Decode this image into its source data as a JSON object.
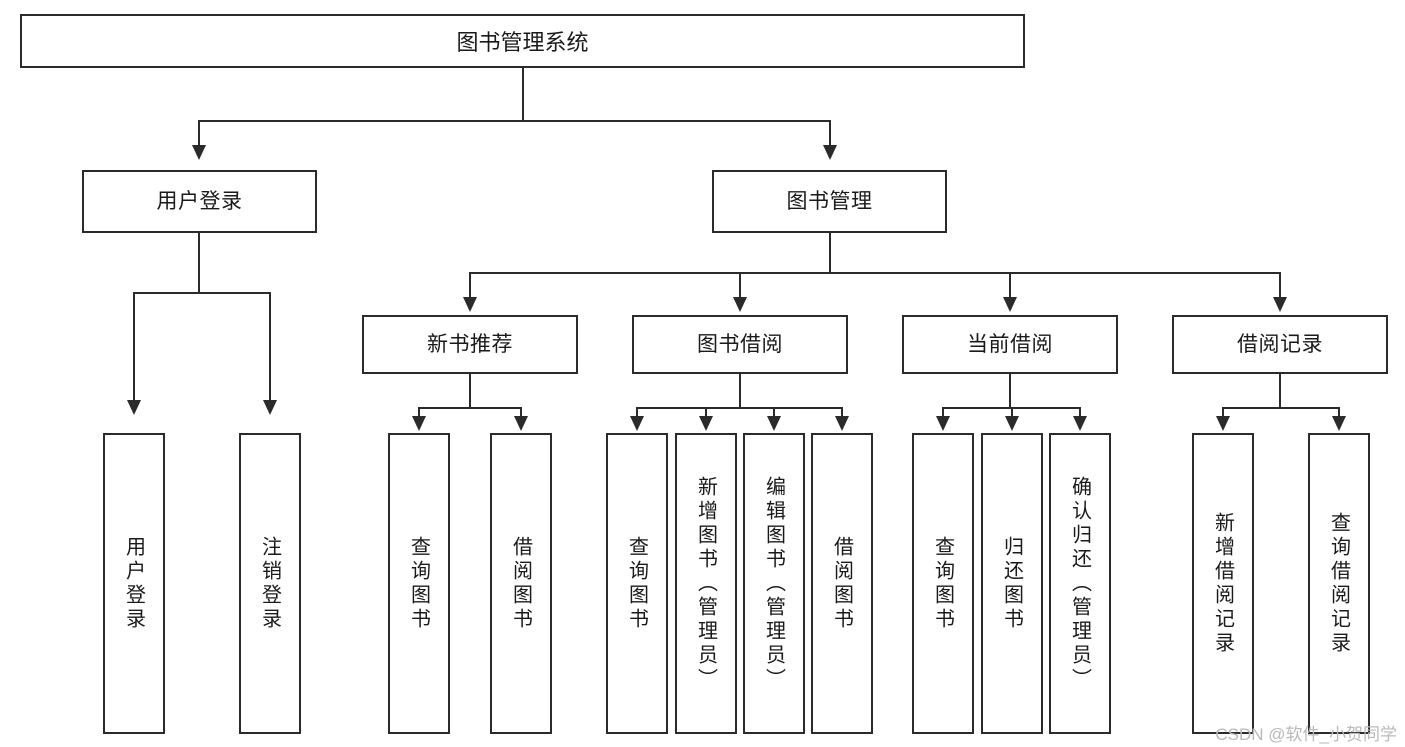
{
  "diagram": {
    "type": "tree",
    "title": "图书管理系统",
    "orientation": "top-down",
    "colors": {
      "line": "#2b2b2b",
      "box_border": "#2b2b2b",
      "box_fill": "#ffffff",
      "text": "#1a1a1a",
      "watermark": "#b9b9b9",
      "background": "#ffffff"
    }
  },
  "watermark": {
    "text": "CSDN @软件_小贺同学"
  },
  "nodes": {
    "root": {
      "label": "图书管理系统"
    },
    "level2": [
      {
        "id": "user-login",
        "label": "用户登录"
      },
      {
        "id": "book-management",
        "label": "图书管理"
      }
    ],
    "level3": [
      {
        "id": "new-book-recommend",
        "label": "新书推荐"
      },
      {
        "id": "book-borrow",
        "label": "图书借阅"
      },
      {
        "id": "current-borrow",
        "label": "当前借阅"
      },
      {
        "id": "borrow-record",
        "label": "借阅记录"
      }
    ],
    "leaves": {
      "user_login": [
        {
          "id": "user-login-leaf",
          "label": "用户登录"
        },
        {
          "id": "logout-leaf",
          "label": "注销登录"
        }
      ],
      "new_book_recommend": [
        {
          "id": "query-book-a",
          "label": "查询图书"
        },
        {
          "id": "borrow-book-a",
          "label": "借阅图书"
        }
      ],
      "book_borrow": [
        {
          "id": "query-book-b",
          "label": "查询图书"
        },
        {
          "id": "add-book",
          "label": "新增图书（管理员）"
        },
        {
          "id": "edit-book",
          "label": "编辑图书（管理员）"
        },
        {
          "id": "borrow-book-b",
          "label": "借阅图书"
        }
      ],
      "current_borrow": [
        {
          "id": "query-book-c",
          "label": "查询图书"
        },
        {
          "id": "return-book",
          "label": "归还图书"
        },
        {
          "id": "confirm-return",
          "label": "确认归还（管理员）"
        }
      ],
      "borrow_record": [
        {
          "id": "add-borrow-record",
          "label": "新增借阅记录"
        },
        {
          "id": "query-borrow-record",
          "label": "查询借阅记录"
        }
      ]
    }
  }
}
